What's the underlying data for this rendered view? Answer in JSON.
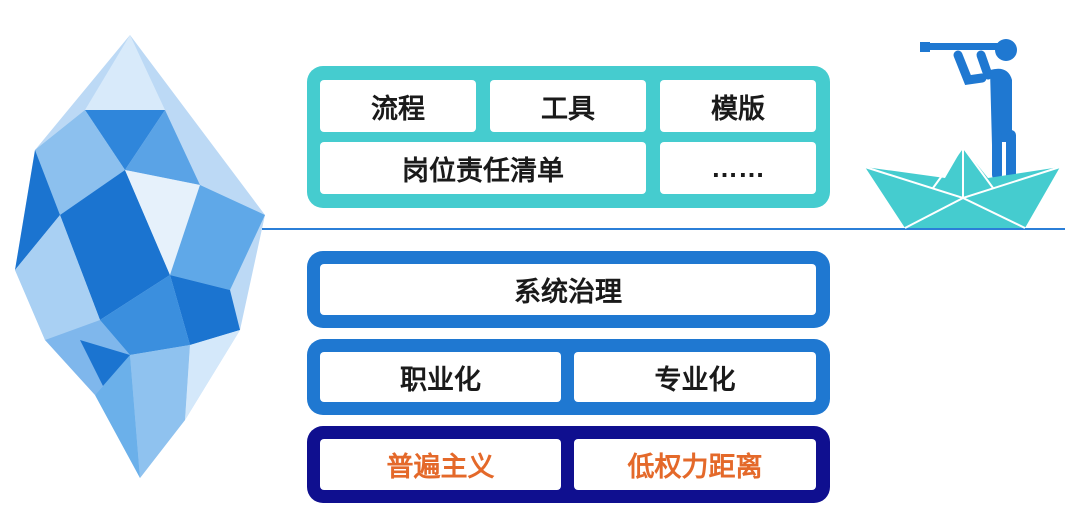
{
  "above_water": {
    "items": [
      "流程",
      "工具",
      "模版",
      "岗位责任清单",
      "……"
    ],
    "color": "#45cccf"
  },
  "below_water": {
    "system_governance": "系统治理",
    "middle": [
      "职业化",
      "专业化"
    ],
    "bottom": [
      "普遍主义",
      "低权力距离"
    ],
    "colors": {
      "system": "#1f78d1",
      "middle": "#1f78d1",
      "bottom": "#0f0f8f",
      "bottom_text": "#e4692a"
    }
  }
}
